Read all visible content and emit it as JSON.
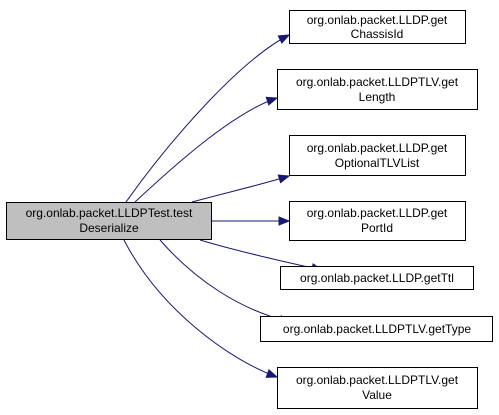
{
  "diagram": {
    "root": {
      "lines": [
        "org.onlab.packet.LLDPTest.test",
        "Deserialize"
      ]
    },
    "callees": [
      {
        "id": "getChassisId",
        "lines": [
          "org.onlab.packet.LLDP.get",
          "ChassisId"
        ]
      },
      {
        "id": "getLength",
        "lines": [
          "org.onlab.packet.LLDPTLV.get",
          "Length"
        ]
      },
      {
        "id": "getOptionalTLVList",
        "lines": [
          "org.onlab.packet.LLDP.get",
          "OptionalTLVList"
        ]
      },
      {
        "id": "getPortId",
        "lines": [
          "org.onlab.packet.LLDP.get",
          "PortId"
        ]
      },
      {
        "id": "getTtl",
        "lines": [
          "org.onlab.packet.LLDP.getTtl"
        ]
      },
      {
        "id": "getType",
        "lines": [
          "org.onlab.packet.LLDPTLV.getType"
        ]
      },
      {
        "id": "getValue",
        "lines": [
          "org.onlab.packet.LLDPTLV.get",
          "Value"
        ]
      }
    ],
    "colors": {
      "root_fill": "#bfbfbf",
      "node_fill": "#ffffff",
      "node_border": "#000000",
      "edge": "#191970"
    }
  }
}
